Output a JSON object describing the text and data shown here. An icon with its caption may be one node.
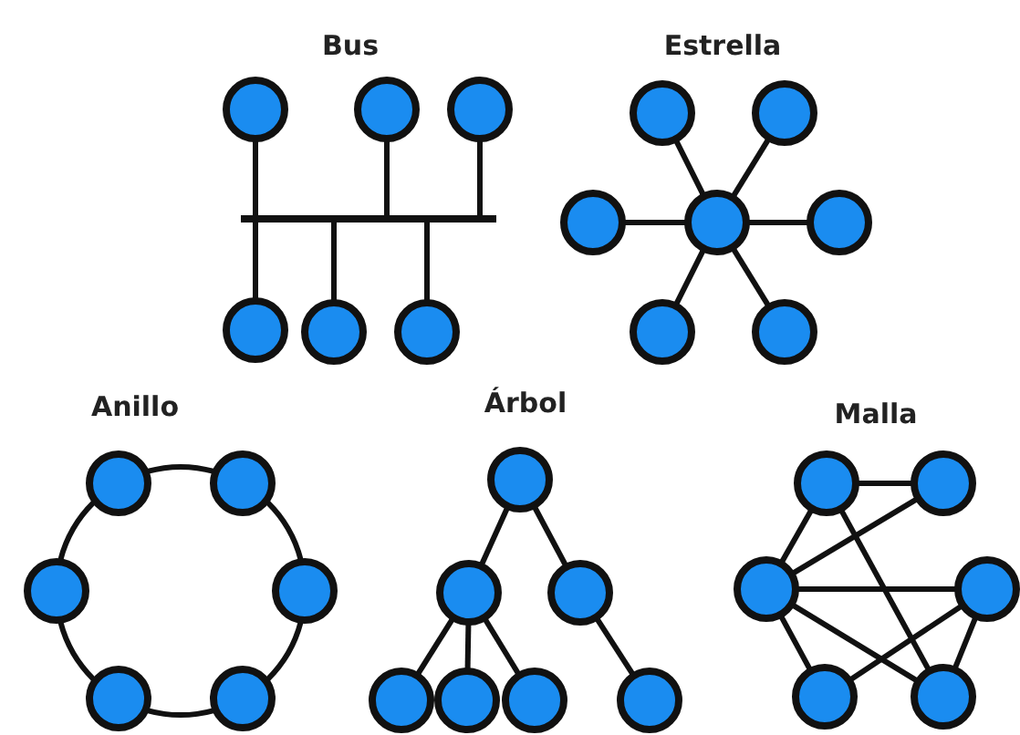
{
  "diagram": {
    "nodes": [
      {
        "text": [],
        "shape": "circle"
      },
      {
        "text": [],
        "shape": "circle"
      },
      {
        "text": [],
        "shape": "circle"
      },
      {
        "text": [],
        "shape": "bar"
      },
      {
        "text": [],
        "shape": "circle"
      },
      {
        "text": [],
        "shape": "circle"
      },
      {
        "text": [],
        "shape": "circle"
      },
      {
        "text": [],
        "shape": "circle"
      },
      {
        "text": [],
        "shape": "circle"
      },
      {
        "text": [],
        "shape": "circle"
      },
      {
        "text": [],
        "shape": "circle"
      },
      {
        "text": [],
        "shape": "circle"
      },
      {
        "text": [],
        "shape": "circle"
      },
      {
        "text": [],
        "shape": "circle"
      },
      {
        "text": [],
        "shape": "circle"
      },
      {
        "text": [],
        "shape": "circle"
      },
      {
        "text": [],
        "shape": "circle"
      },
      {
        "text": [],
        "shape": "circle"
      },
      {
        "text": [],
        "shape": "circle"
      },
      {
        "text": [],
        "shape": "circle"
      },
      {
        "text": [],
        "shape": "circle"
      },
      {
        "text": [],
        "shape": "circle"
      },
      {
        "text": [],
        "shape": "circle"
      },
      {
        "text": [],
        "shape": "circle"
      },
      {
        "text": [],
        "shape": "circle"
      },
      {
        "text": [],
        "shape": "circle"
      },
      {
        "text": [],
        "shape": "circle"
      },
      {
        "text": [],
        "shape": "circle"
      },
      {
        "text": [],
        "shape": "circle"
      },
      {
        "text": [],
        "shape": "circle"
      },
      {
        "text": [],
        "shape": "circle"
      },
      {
        "text": [],
        "shape": "circle"
      },
      {
        "text": [],
        "shape": "circle"
      }
    ],
    "edges": [
      {
        "from": 0,
        "to": 3,
        "arrow": "none"
      },
      {
        "from": 1,
        "to": 3,
        "arrow": "none"
      },
      {
        "from": 2,
        "to": 3,
        "arrow": "none"
      },
      {
        "from": 3,
        "to": 4,
        "arrow": "none"
      },
      {
        "from": 3,
        "to": 5,
        "arrow": "none"
      },
      {
        "from": 3,
        "to": 6,
        "arrow": "none"
      },
      {
        "from": 10,
        "to": 7,
        "arrow": "none"
      },
      {
        "from": 10,
        "to": 8,
        "arrow": "none"
      },
      {
        "from": 10,
        "to": 9,
        "arrow": "none"
      },
      {
        "from": 10,
        "to": 11,
        "arrow": "none"
      },
      {
        "from": 10,
        "to": 12,
        "arrow": "none"
      },
      {
        "from": 10,
        "to": 13,
        "arrow": "none"
      },
      {
        "from": 14,
        "to": 15,
        "arrow": "none"
      },
      {
        "from": 15,
        "to": 17,
        "arrow": "none"
      },
      {
        "from": 17,
        "to": 19,
        "arrow": "none"
      },
      {
        "from": 19,
        "to": 18,
        "arrow": "none"
      },
      {
        "from": 18,
        "to": 16,
        "arrow": "none"
      },
      {
        "from": 16,
        "to": 14,
        "arrow": "none"
      },
      {
        "from": 20,
        "to": 21,
        "arrow": "none"
      },
      {
        "from": 20,
        "to": 22,
        "arrow": "none"
      },
      {
        "from": 21,
        "to": 23,
        "arrow": "none"
      },
      {
        "from": 21,
        "to": 24,
        "arrow": "none"
      },
      {
        "from": 21,
        "to": 25,
        "arrow": "none"
      },
      {
        "from": 22,
        "to": 26,
        "arrow": "none"
      },
      {
        "from": 27,
        "to": 28,
        "arrow": "none"
      },
      {
        "from": 27,
        "to": 29,
        "arrow": "none"
      },
      {
        "from": 29,
        "to": 28,
        "arrow": "none"
      },
      {
        "from": 27,
        "to": 32,
        "arrow": "none"
      },
      {
        "from": 29,
        "to": 30,
        "arrow": "none"
      },
      {
        "from": 29,
        "to": 31,
        "arrow": "none"
      },
      {
        "from": 29,
        "to": 32,
        "arrow": "none"
      },
      {
        "from": 31,
        "to": 30,
        "arrow": "none"
      },
      {
        "from": 30,
        "to": 32,
        "arrow": "none"
      }
    ],
    "labels": [
      "Bus",
      "Estrella",
      "Anillo",
      "Árbol",
      "Malla"
    ]
  }
}
